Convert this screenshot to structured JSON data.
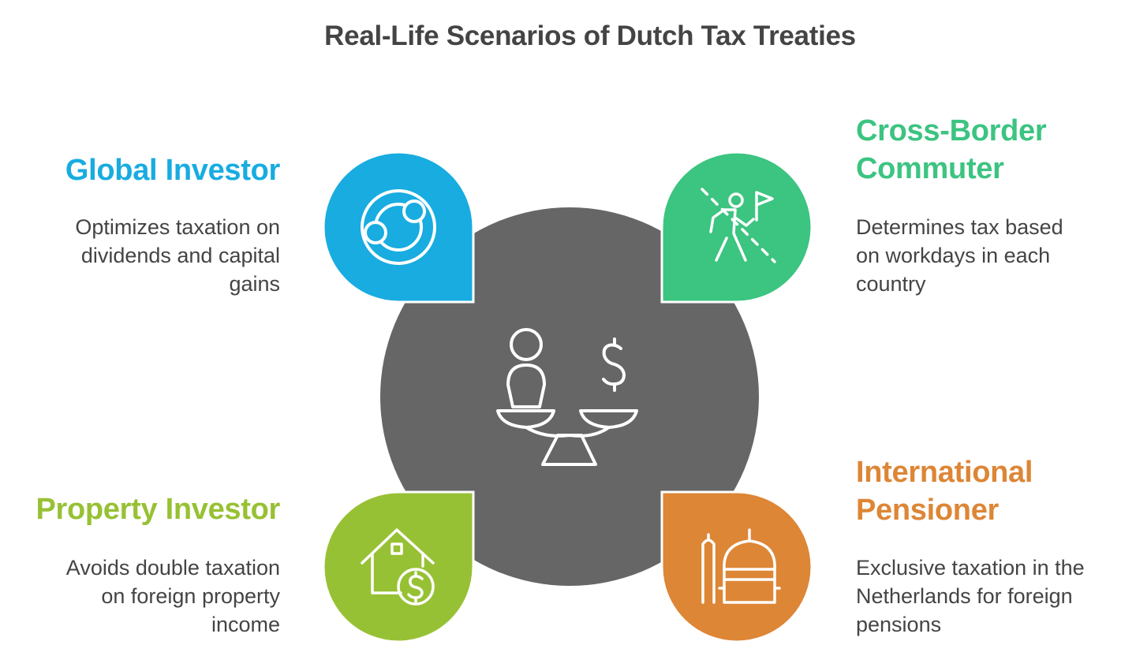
{
  "title": "Real-Life Scenarios of Dutch Tax Treaties",
  "center": {
    "icon": "scale-person-dollar-icon",
    "color": "#666666"
  },
  "scenarios": [
    {
      "id": "global-investor",
      "title": "Global Investor",
      "description": "Optimizes taxation on\ndividends and capital\ngains",
      "color": "#18ACE0",
      "icon": "globe-network-icon"
    },
    {
      "id": "cross-border-commuter",
      "title": "Cross-Border\nCommuter",
      "description": "Determines tax based\non workdays in each\ncountry",
      "color": "#3CC481",
      "icon": "person-crossing-border-icon"
    },
    {
      "id": "property-investor",
      "title": "Property Investor",
      "description": "Avoids double taxation\non foreign property\nincome",
      "color": "#97C134",
      "icon": "house-dollar-icon"
    },
    {
      "id": "international-pensioner",
      "title": "International\nPensioner",
      "description": "Exclusive taxation in the\nNetherlands for foreign\npensions",
      "color": "#DD8636",
      "icon": "mosque-icon"
    }
  ]
}
